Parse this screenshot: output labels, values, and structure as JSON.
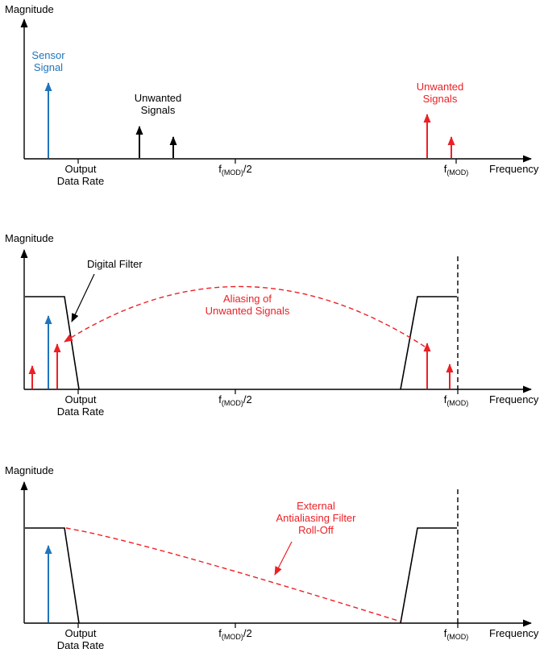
{
  "colors": {
    "sensor_blue": "#2074BC",
    "unwanted_red": "#EC2026",
    "ink_black": "#000000"
  },
  "axis": {
    "magnitude_label": "Magnitude",
    "frequency_label": "Frequency",
    "output_data_rate_label": "Output\nData Rate",
    "f_mod_base": "f",
    "f_mod_sub": "(MOD)",
    "f_mod_half_suffix": "/2"
  },
  "panel1": {
    "sensor_signal_label": "Sensor\nSignal",
    "unwanted_signals_label": "Unwanted\nSignals",
    "unwanted_signals_high_label": "Unwanted\nSignals"
  },
  "panel2": {
    "digital_filter_label": "Digital Filter",
    "aliasing_label": "Aliasing of\nUnwanted Signals"
  },
  "panel3": {
    "rolloff_label": "External\nAntialiasing Filter\nRoll-Off"
  }
}
